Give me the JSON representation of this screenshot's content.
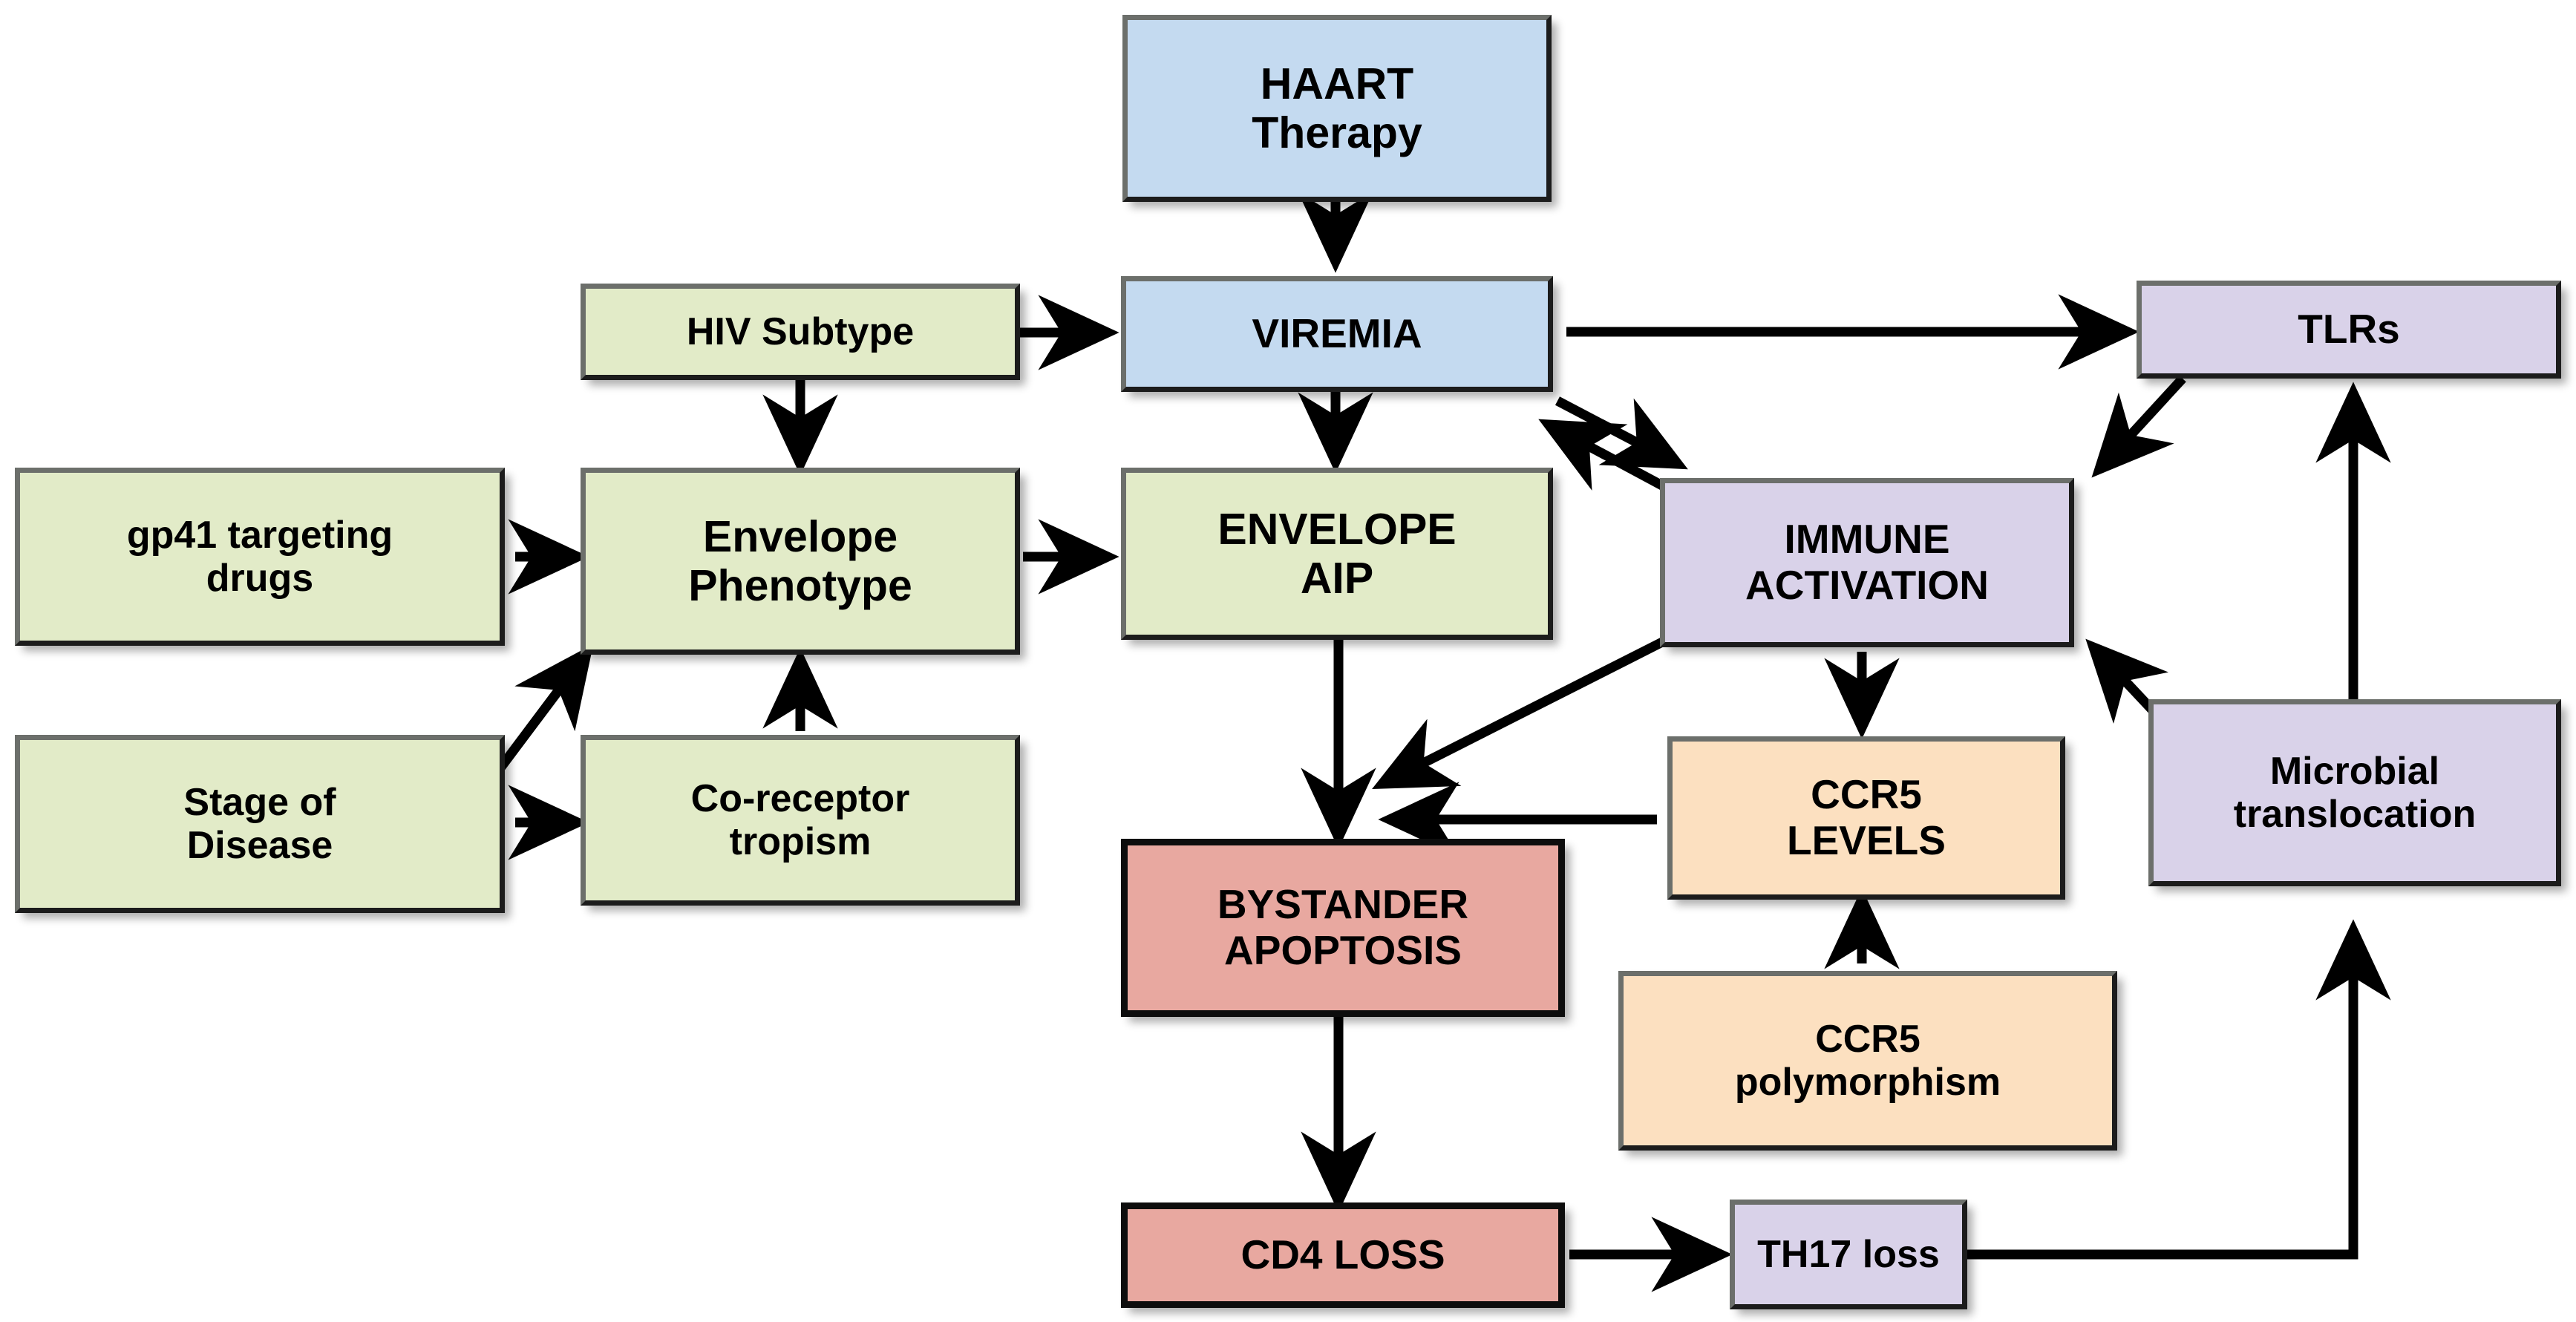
{
  "diagram": {
    "title": "HIV Pathogenesis Flow Diagram",
    "background": "#ffffff",
    "palette": {
      "green": "#e2ebc8",
      "blue": "#c4daf0",
      "purple": "#d9d2e9",
      "orange": "#fce0c0",
      "red": "#e8a8a0",
      "arrow": "#000000",
      "border_light": "#6c6f6b",
      "border_dark": "#1c1c1c",
      "border_heavy": "#0d0d0d"
    }
  },
  "nodes": [
    {
      "id": "haart",
      "label": "HAART\nTherapy",
      "line1": "HAART",
      "line2": "Therapy",
      "color": "blue"
    },
    {
      "id": "hiv_subtype",
      "label": "HIV Subtype",
      "line1": "HIV Subtype",
      "line2": "",
      "color": "green"
    },
    {
      "id": "viremia",
      "label": "VIREMIA",
      "line1": "VIREMIA",
      "line2": "",
      "color": "blue"
    },
    {
      "id": "tlrs",
      "label": "TLRs",
      "line1": "TLRs",
      "line2": "",
      "color": "purple"
    },
    {
      "id": "gp41",
      "label": "gp41 targeting\ndrugs",
      "line1": "gp41 targeting",
      "line2": "drugs",
      "color": "green"
    },
    {
      "id": "env_pheno",
      "label": "Envelope\nPhenotype",
      "line1": "Envelope",
      "line2": "Phenotype",
      "color": "green"
    },
    {
      "id": "env_aip",
      "label": "ENVELOPE\nAIP",
      "line1": "ENVELOPE",
      "line2": "AIP",
      "color": "green"
    },
    {
      "id": "immune_act",
      "label": "IMMUNE\nACTIVATION",
      "line1": "IMMUNE",
      "line2": "ACTIVATION",
      "color": "purple"
    },
    {
      "id": "stage",
      "label": "Stage of\nDisease",
      "line1": "Stage of",
      "line2": "Disease",
      "color": "green"
    },
    {
      "id": "tropism",
      "label": "Co-receptor\ntropism",
      "line1": "Co-receptor",
      "line2": "tropism",
      "color": "green"
    },
    {
      "id": "ccr5_levels",
      "label": "CCR5\nLEVELS",
      "line1": "CCR5",
      "line2": "LEVELS",
      "color": "orange"
    },
    {
      "id": "microbial",
      "label": "Microbial\ntranslocation",
      "line1": "Microbial",
      "line2": "translocation",
      "color": "purple"
    },
    {
      "id": "bystander",
      "label": "BYSTANDER\nAPOPTOSIS",
      "line1": "BYSTANDER",
      "line2": "APOPTOSIS",
      "color": "red"
    },
    {
      "id": "ccr5_poly",
      "label": "CCR5\npolymorphism",
      "line1": "CCR5",
      "line2": "polymorphism",
      "color": "orange"
    },
    {
      "id": "cd4_loss",
      "label": "CD4 LOSS",
      "line1": "CD4 LOSS",
      "line2": "",
      "color": "red"
    },
    {
      "id": "th17_loss",
      "label": "TH17 loss",
      "line1": "TH17 loss",
      "line2": "",
      "color": "purple"
    }
  ],
  "edges": [
    {
      "from": "haart",
      "to": "viremia",
      "kind": "arrow",
      "direction": "down"
    },
    {
      "from": "hiv_subtype",
      "to": "viremia",
      "kind": "arrow",
      "direction": "right"
    },
    {
      "from": "hiv_subtype",
      "to": "env_pheno",
      "kind": "arrow",
      "direction": "down"
    },
    {
      "from": "viremia",
      "to": "tlrs",
      "kind": "arrow",
      "direction": "right"
    },
    {
      "from": "viremia",
      "to": "env_aip",
      "kind": "arrow",
      "direction": "down"
    },
    {
      "from": "viremia",
      "to": "immune_act",
      "kind": "arrow",
      "direction": "diagonal-down-right"
    },
    {
      "from": "immune_act",
      "to": "viremia",
      "kind": "arrow",
      "direction": "diagonal-up-left"
    },
    {
      "from": "tlrs",
      "to": "immune_act",
      "kind": "arrow",
      "direction": "diagonal-down-left"
    },
    {
      "from": "gp41",
      "to": "env_pheno",
      "kind": "arrow",
      "direction": "right"
    },
    {
      "from": "env_pheno",
      "to": "env_aip",
      "kind": "arrow",
      "direction": "right"
    },
    {
      "from": "stage",
      "to": "env_pheno",
      "kind": "arrow",
      "direction": "diagonal-up-right"
    },
    {
      "from": "stage",
      "to": "tropism",
      "kind": "arrow",
      "direction": "right"
    },
    {
      "from": "tropism",
      "to": "env_pheno",
      "kind": "arrow",
      "direction": "up"
    },
    {
      "from": "env_aip",
      "to": "bystander",
      "kind": "arrow",
      "direction": "down"
    },
    {
      "from": "immune_act",
      "to": "bystander",
      "kind": "arrow",
      "direction": "diagonal-down-left"
    },
    {
      "from": "immune_act",
      "to": "ccr5_levels",
      "kind": "arrow",
      "direction": "down"
    },
    {
      "from": "ccr5_levels",
      "to": "bystander",
      "kind": "arrow",
      "direction": "left"
    },
    {
      "from": "ccr5_poly",
      "to": "ccr5_levels",
      "kind": "arrow",
      "direction": "up"
    },
    {
      "from": "microbial",
      "to": "immune_act",
      "kind": "arrow",
      "direction": "diagonal-up-left"
    },
    {
      "from": "microbial",
      "to": "tlrs",
      "kind": "arrow",
      "direction": "up"
    },
    {
      "from": "bystander",
      "to": "cd4_loss",
      "kind": "arrow",
      "direction": "down"
    },
    {
      "from": "cd4_loss",
      "to": "th17_loss",
      "kind": "arrow",
      "direction": "right"
    },
    {
      "from": "th17_loss",
      "to": "microbial",
      "kind": "arrow",
      "direction": "right-then-up"
    }
  ]
}
